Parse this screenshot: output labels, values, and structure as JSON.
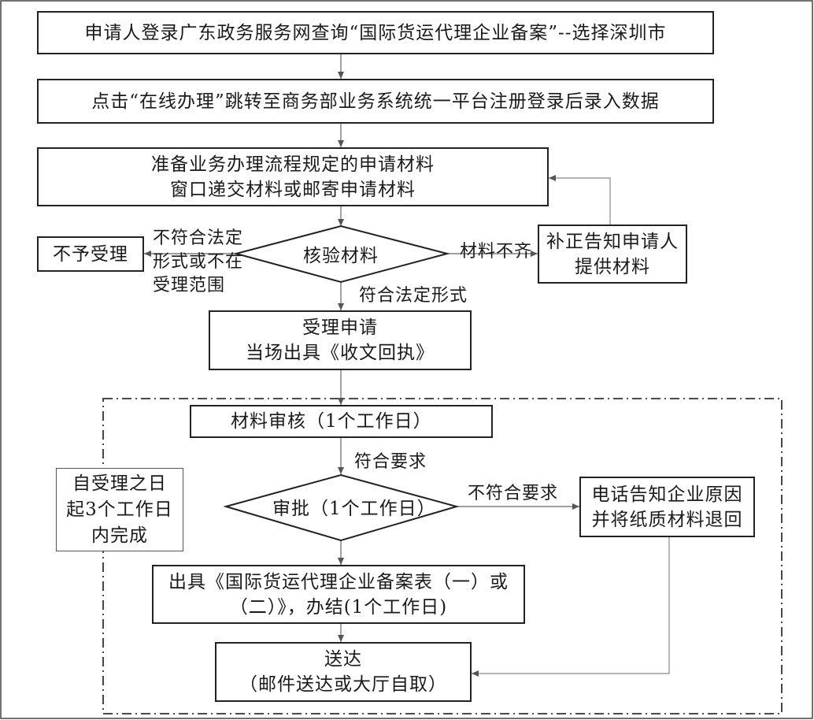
{
  "colors": {
    "line": "#222222",
    "thin_line": "#888888",
    "frame": "#333333"
  },
  "steps": {
    "step1": [
      "申请人登录广东政务服务网查询“国际货运代理企业备案”--选择深圳市"
    ],
    "step2": [
      "点击“在线办理”跳转至商务部业务系统统一平台注册登录后录入数据"
    ],
    "step3": [
      "准备业务办理流程规定的申请材料",
      "窗口递交材料或邮寄申请材料"
    ],
    "verify": "核验材料",
    "reject": "不予受理",
    "reject_reason": [
      "不符合法定",
      "形式或不在",
      "受理范围"
    ],
    "incomplete": "材料不齐",
    "correct": [
      "补正告知申请人",
      "提供材料"
    ],
    "legal_form": "符合法定形式",
    "accept": [
      "受理申请",
      "当场出具《收文回执》"
    ],
    "review": "材料审核（1个工作日）",
    "meet_req": "符合要求",
    "approve": "审批（1个工作日）",
    "not_meet": "不符合要求",
    "phone_notice": [
      "电话告知企业原因",
      "并将纸质材料退回"
    ],
    "time_limit": [
      "自受理之日",
      "起3个工作日",
      "内完成"
    ],
    "issue": [
      "出具《国际货运代理企业备案表（一）或",
      "（二）》，办结(1个工作日)"
    ],
    "deliver": [
      "送达",
      "（邮件送达或大厅自取）"
    ]
  }
}
